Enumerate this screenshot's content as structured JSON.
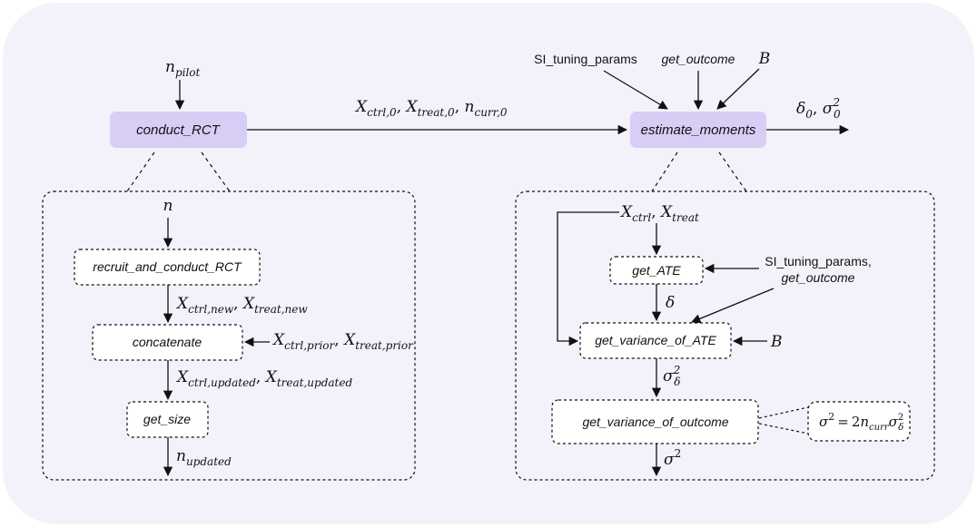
{
  "colors": {
    "background_panel": "#f3f2fb",
    "primary_box_fill": "#d8cdf4",
    "line": "#111111"
  },
  "left_top": {
    "n_pilot": {
      "base": "n",
      "sub": "pilot"
    },
    "conduct_rct": "conduct_RCT",
    "edge_label": [
      {
        "base": "X",
        "sub": "ctrl,0"
      },
      {
        "base": "X",
        "sub": "treat,0"
      },
      {
        "base": "n",
        "sub": "curr,0"
      }
    ]
  },
  "right_top": {
    "inputs": {
      "si_tuning_params": "SI_tuning_params",
      "get_outcome": "get_outcome",
      "b": "B"
    },
    "estimate_moments": "estimate_moments",
    "outputs": {
      "delta0": {
        "base": "δ",
        "sub": "0"
      },
      "sigma0": {
        "base": "σ",
        "sub": "0",
        "sup": "2"
      }
    }
  },
  "left_detail": {
    "n": "n",
    "recruit": "recruit_and_conduct_RCT",
    "new_label": [
      {
        "base": "X",
        "sub": "ctrl,new"
      },
      {
        "base": "X",
        "sub": "treat,new"
      }
    ],
    "concatenate": "concatenate",
    "prior_label": [
      {
        "base": "X",
        "sub": "ctrl,prior"
      },
      {
        "base": "X",
        "sub": "treat,prior"
      }
    ],
    "updated_label": [
      {
        "base": "X",
        "sub": "ctrl,updated"
      },
      {
        "base": "X",
        "sub": "treat,updated"
      }
    ],
    "get_size": "get_size",
    "n_updated": {
      "base": "n",
      "sub": "updated"
    }
  },
  "right_detail": {
    "input_label": [
      {
        "base": "X",
        "sub": "ctrl"
      },
      {
        "base": "X",
        "sub": "treat"
      }
    ],
    "get_ate": "get_ATE",
    "si_line1": "SI_tuning_params,",
    "si_line2": "get_outcome",
    "delta": "δ",
    "get_variance_ate": "get_variance_of_ATE",
    "b": "B",
    "sigma_delta": {
      "base": "σ",
      "sub": "δ",
      "sup": "2"
    },
    "get_variance_outcome": "get_variance_of_outcome",
    "formula": {
      "lhs_base": "σ",
      "lhs_sup": "2",
      "eq": "=",
      "coef": "2",
      "n_base": "n",
      "n_sub": "curr",
      "s_base": "σ",
      "s_sub": "δ",
      "s_sup": "2"
    },
    "sigma2": {
      "base": "σ",
      "sup": "2"
    }
  }
}
